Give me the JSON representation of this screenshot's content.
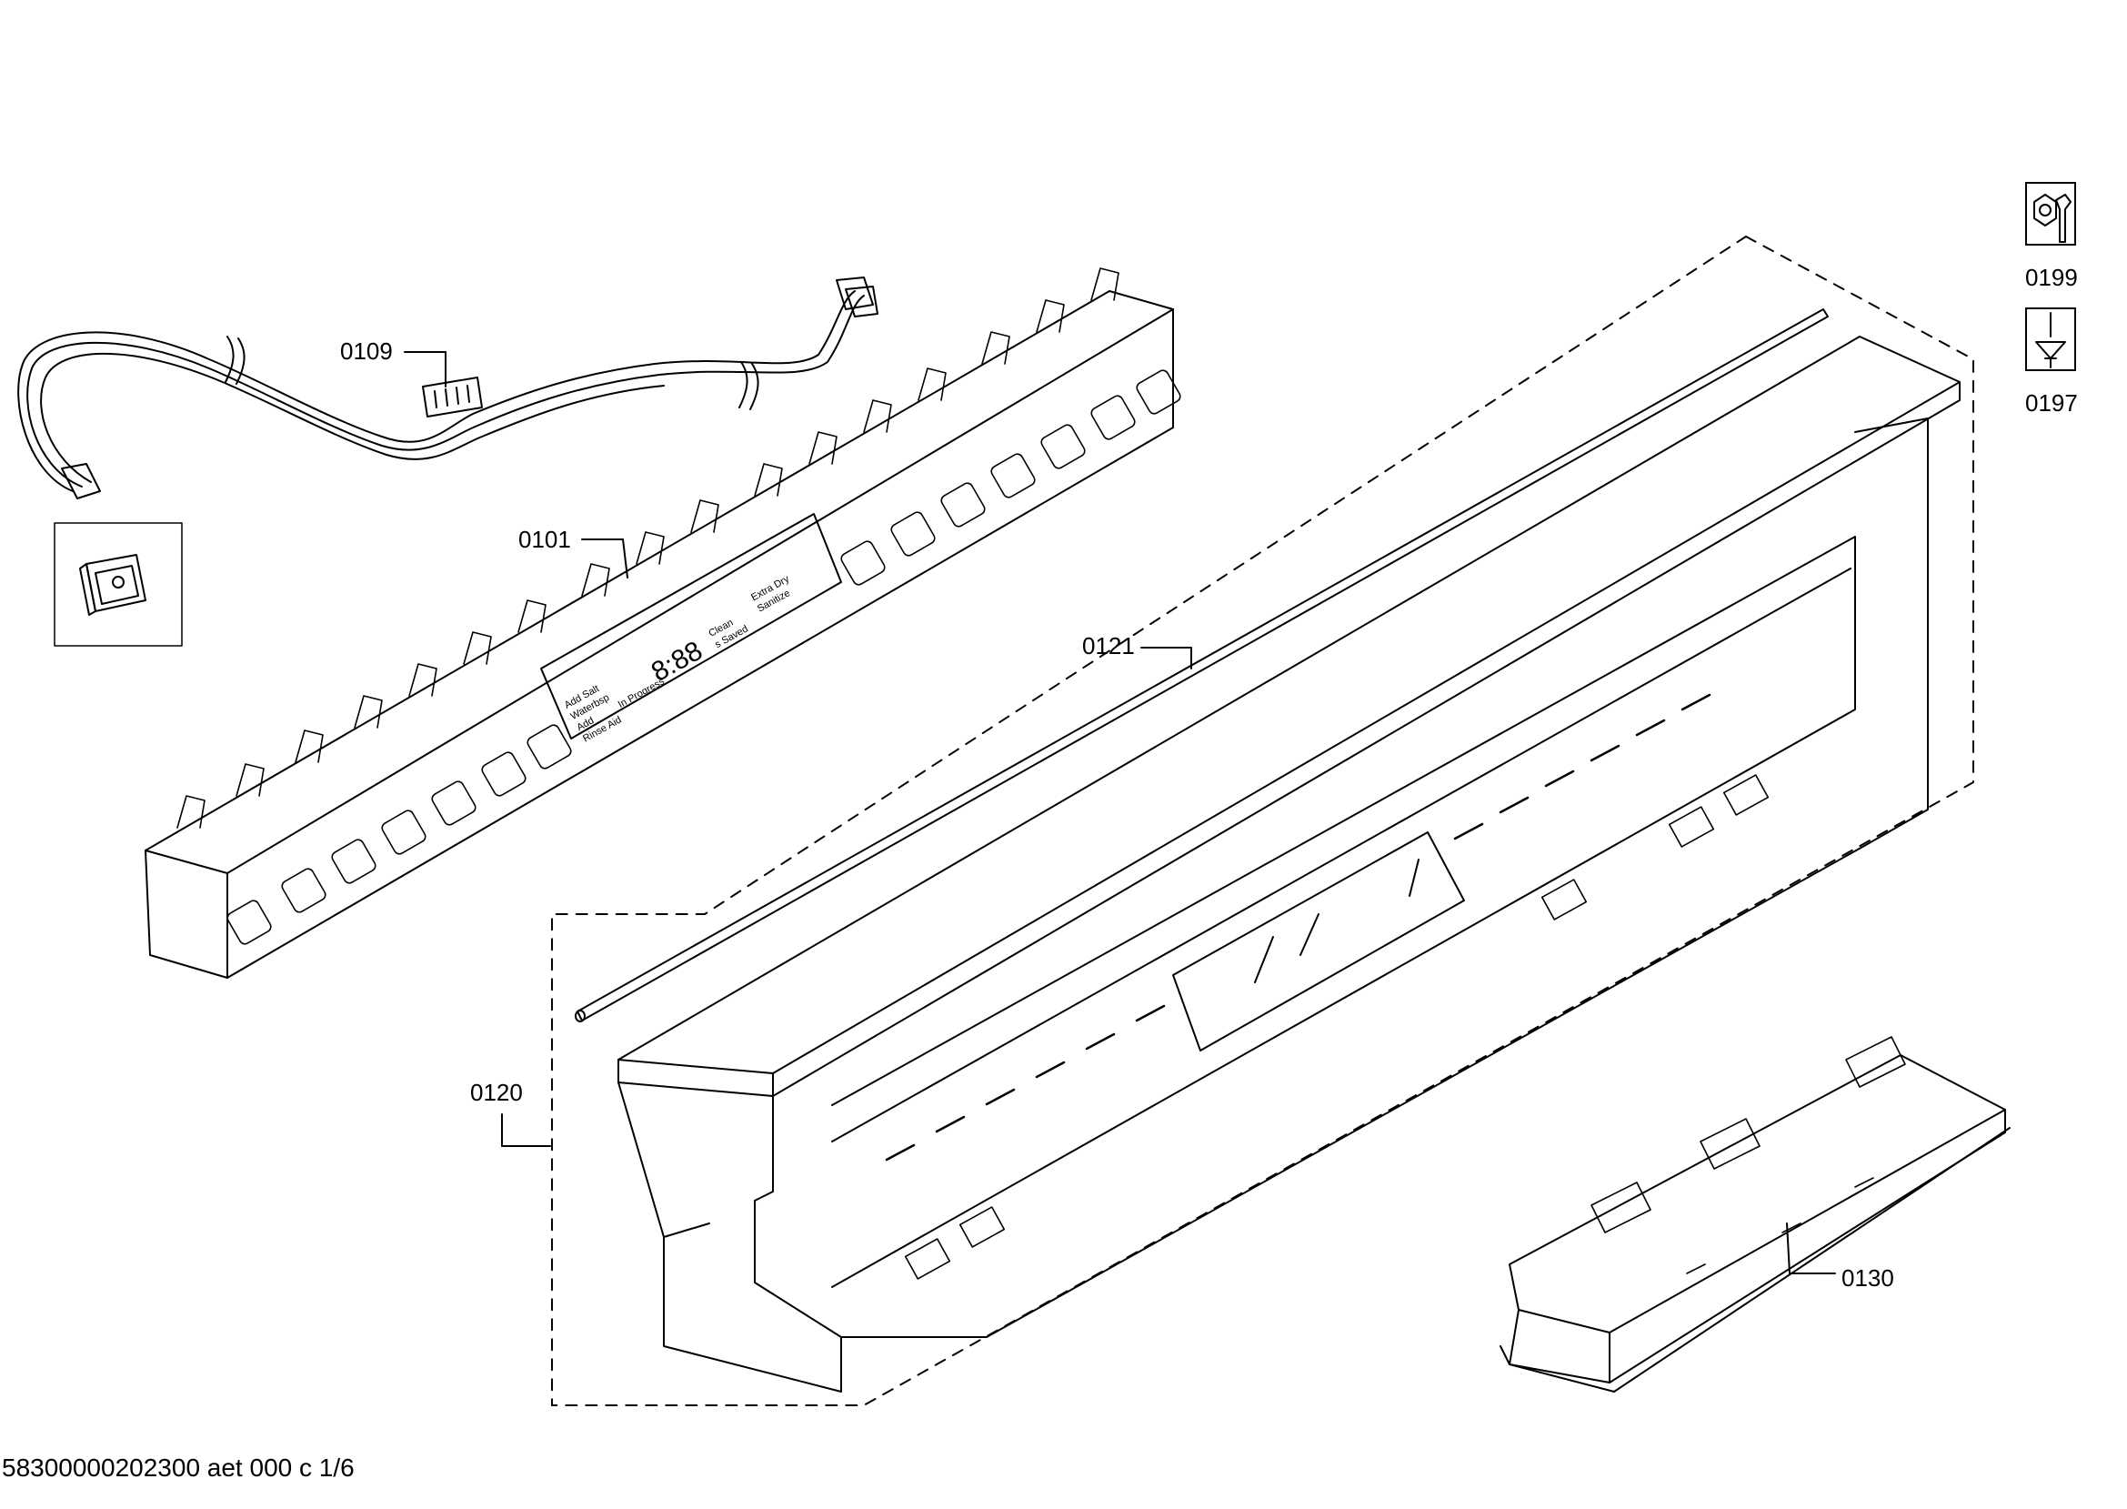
{
  "callouts": {
    "c0109": "0109",
    "c0101": "0101",
    "c0121": "0121",
    "c0120": "0120",
    "c0130": "0130"
  },
  "legend": {
    "icon_0199": {
      "label": "0199",
      "icon": "nut-wrench-icon"
    },
    "icon_0197": {
      "label": "0197",
      "icon": "screwdriver-screw-icon"
    }
  },
  "display_panel": {
    "left_labels": [
      "Add Salt",
      "Waterbsp",
      "Add",
      "Rinse Aid"
    ],
    "in_progress": "In Progress",
    "digits": "8:88",
    "middle_labels": [
      "Clean",
      "s Saved"
    ],
    "right_labels": [
      "Extra Dry",
      "Sanitize"
    ]
  },
  "footer": {
    "doc_id": "58300000202300 aet 000 c 1/6"
  }
}
